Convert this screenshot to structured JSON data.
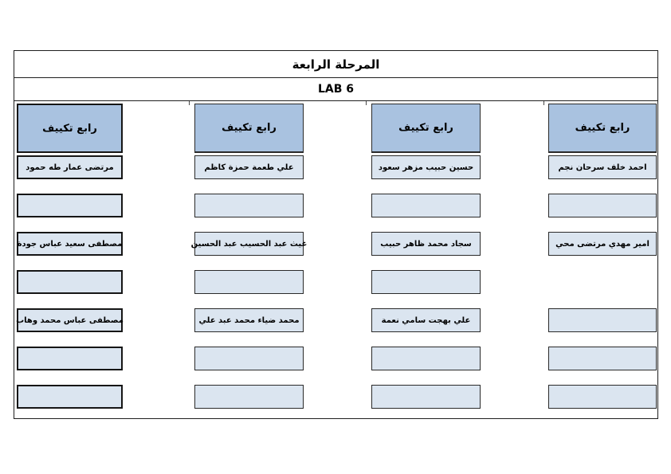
{
  "page": {
    "title": "المرحلة الرابعة",
    "lab_label": "LAB 6"
  },
  "columns": [
    {
      "header": "رابع تكييف",
      "cells": [
        "مرتضى عمار طه حمود",
        "",
        "مصطفى سعيد عباس جودة",
        "",
        "مصطفى عباس محمد وهاب",
        "",
        ""
      ]
    },
    {
      "header": "رابع تكييف",
      "cells": [
        "علي طعمة حمزة كاظم",
        "",
        "غيث عبد الحسيب عبد الحسين",
        "",
        "محمد ضياء محمد عبد علي",
        "",
        ""
      ]
    },
    {
      "header": "رابع تكييف",
      "cells": [
        "حسين حبيب مزهر سعود",
        "",
        "سجاد محمد ظاهر حبيب",
        "",
        "علي بهجت سامي نعمة",
        "",
        ""
      ]
    },
    {
      "header": "رابع تكييف",
      "cells": [
        "احمد خلف سرحان نجم",
        "",
        "امير مهدي مرتضى محي",
        null,
        "",
        "",
        ""
      ]
    }
  ]
}
